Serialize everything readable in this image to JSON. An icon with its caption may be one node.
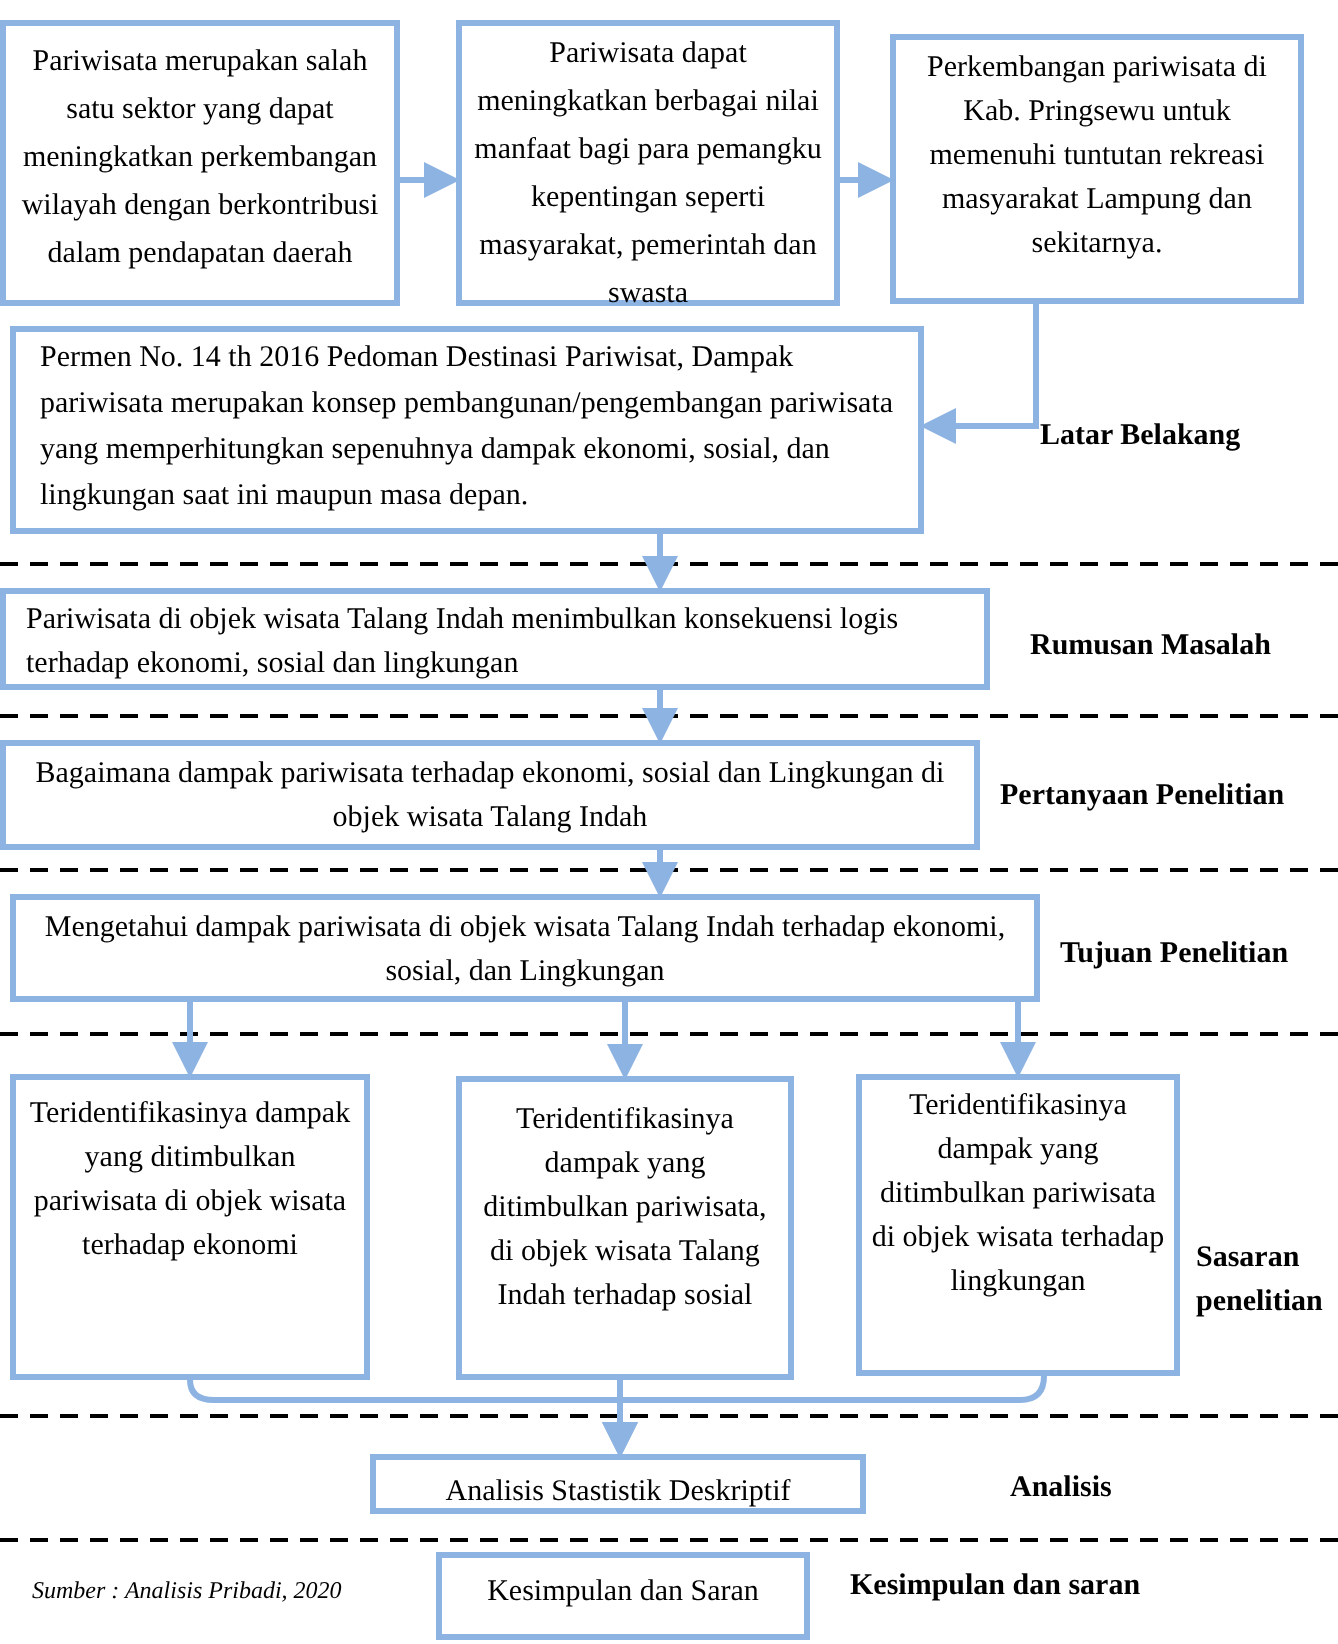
{
  "diagram": {
    "nodes": [
      {
        "text": [
          "Pariwisata merupakan salah satu sektor yang dapat meningkatkan perkembangan wilayah dengan berkontribusi dalam pendapatan daerah"
        ]
      },
      {
        "text": [
          "Pariwisata dapat meningkatkan berbagai nilai manfaat bagi para pemangku kepentingan seperti masyarakat, pemerintah dan swasta"
        ]
      },
      {
        "text": [
          "Perkembangan pariwisata di Kab. Pringsewu untuk memenuhi tuntutan rekreasi masyarakat Lampung dan sekitarnya."
        ]
      },
      {
        "text": [
          "Permen No. 14 th 2016 Pedoman Destinasi Pariwisat, Dampak pariwisata merupakan konsep pembangunan/pengembangan pariwisata yang memperhitungkan sepenuhnya dampak ekonomi, sosial, dan lingkungan saat ini maupun masa depan."
        ]
      },
      {
        "text": [
          "Pariwisata di objek wisata Talang Indah menimbulkan konsekuensi logis terhadap ekonomi, sosial dan lingkungan"
        ]
      },
      {
        "text": [
          "Bagaimana dampak pariwisata terhadap ekonomi, sosial dan Lingkungan di objek wisata Talang Indah"
        ]
      },
      {
        "text": [
          "Mengetahui dampak pariwisata di objek wisata Talang Indah terhadap ekonomi, sosial, dan Lingkungan"
        ]
      },
      {
        "text": [
          "Teridentifikasinya dampak yang ditimbulkan pariwisata di objek wisata terhadap ekonomi"
        ]
      },
      {
        "text": [
          "Teridentifikasinya dampak yang ditimbulkan pariwisata, di objek wisata Talang Indah terhadap sosial"
        ]
      },
      {
        "text": [
          "Teridentifikasinya dampak yang ditimbulkan pariwisata di objek wisata terhadap lingkungan"
        ]
      },
      {
        "text": [
          "Analisis Stastistik Deskriptif"
        ]
      },
      {
        "text": [
          "Kesimpulan dan Saran"
        ]
      }
    ],
    "edges": [
      {
        "from": 0,
        "to": 1,
        "arrow": "to"
      },
      {
        "from": 1,
        "to": 2,
        "arrow": "to"
      },
      {
        "from": 2,
        "to": 3,
        "arrow": "to"
      },
      {
        "from": 3,
        "to": 4,
        "arrow": "to"
      },
      {
        "from": 4,
        "to": 5,
        "arrow": "to"
      },
      {
        "from": 5,
        "to": 6,
        "arrow": "to"
      },
      {
        "from": 6,
        "to": 7,
        "arrow": "to"
      },
      {
        "from": 6,
        "to": 8,
        "arrow": "to"
      },
      {
        "from": 6,
        "to": 9,
        "arrow": "to"
      },
      {
        "from": 7,
        "to": 10,
        "arrow": "to"
      },
      {
        "from": 8,
        "to": 10,
        "arrow": "to"
      },
      {
        "from": 9,
        "to": 10,
        "arrow": "to"
      }
    ],
    "labels": [
      "Latar Belakang",
      "Rumusan Masalah",
      "Pertanyaan Penelitian",
      "Tujuan Penelitian",
      "Sasaran penelitian",
      "Analisis",
      "Sumber : Analisis Pribadi, 2020",
      "Kesimpulan dan saran"
    ]
  }
}
